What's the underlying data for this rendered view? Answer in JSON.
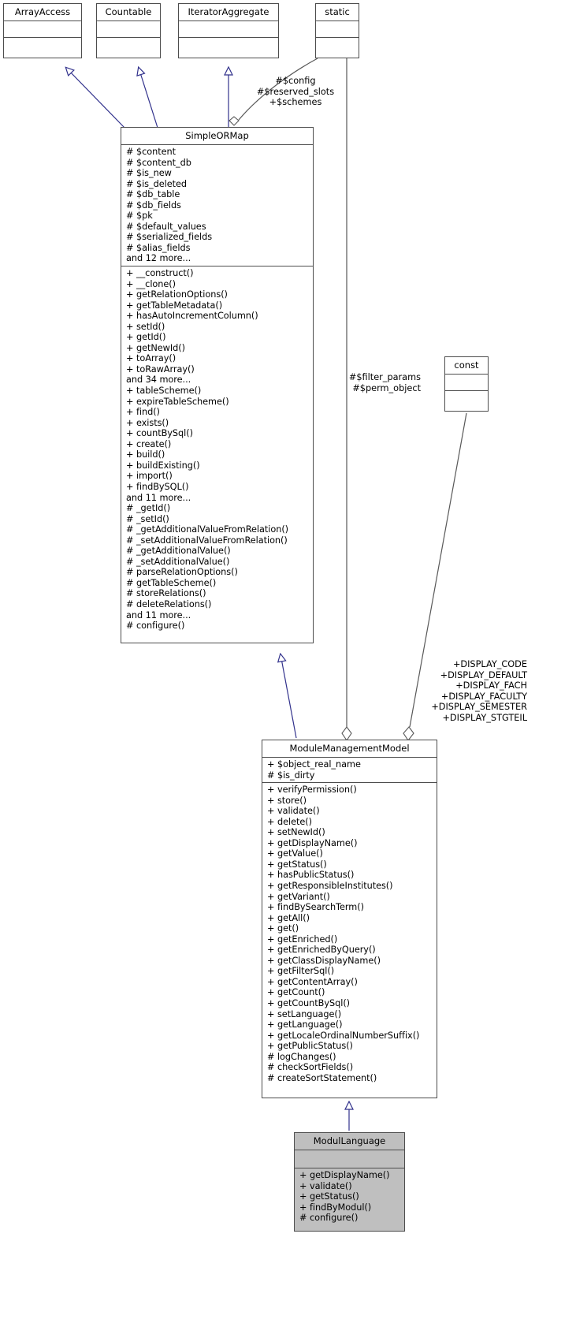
{
  "diagram": {
    "type": "uml-class-inheritance-graph",
    "classes": [
      {
        "id": "ArrayAccess",
        "name": "ArrayAccess",
        "attributes": [],
        "methods": [],
        "highlighted": false
      },
      {
        "id": "Countable",
        "name": "Countable",
        "attributes": [],
        "methods": [],
        "highlighted": false
      },
      {
        "id": "IteratorAggregate",
        "name": "IteratorAggregate",
        "attributes": [],
        "methods": [],
        "highlighted": false
      },
      {
        "id": "static",
        "name": "static",
        "attributes": [],
        "methods": [],
        "highlighted": false
      },
      {
        "id": "const",
        "name": "const",
        "attributes": [],
        "methods": [],
        "highlighted": false
      },
      {
        "id": "SimpleORMap",
        "name": "SimpleORMap",
        "highlighted": false,
        "attributes": [
          "# $content",
          "# $content_db",
          "# $is_new",
          "# $is_deleted",
          "# $db_table",
          "# $db_fields",
          "# $pk",
          "# $default_values",
          "# $serialized_fields",
          "# $alias_fields",
          "and 12 more..."
        ],
        "methods": [
          "+ __construct()",
          "+ __clone()",
          "+ getRelationOptions()",
          "+ getTableMetadata()",
          "+ hasAutoIncrementColumn()",
          "+ setId()",
          "+ getId()",
          "+ getNewId()",
          "+ toArray()",
          "+ toRawArray()",
          "and 34 more...",
          "+ tableScheme()",
          "+ expireTableScheme()",
          "+ find()",
          "+ exists()",
          "+ countBySql()",
          "+ create()",
          "+ build()",
          "+ buildExisting()",
          "+ import()",
          "+ findBySQL()",
          "and 11 more...",
          "# _getId()",
          "# _setId()",
          "# _getAdditionalValueFromRelation()",
          "# _setAdditionalValueFromRelation()",
          "# _getAdditionalValue()",
          "# _setAdditionalValue()",
          "# parseRelationOptions()",
          "# getTableScheme()",
          "# storeRelations()",
          "# deleteRelations()",
          "and 11 more...",
          "# configure()"
        ]
      },
      {
        "id": "ModuleManagementModel",
        "name": "ModuleManagementModel",
        "highlighted": false,
        "attributes": [
          "+ $object_real_name",
          "# $is_dirty"
        ],
        "methods": [
          "+ verifyPermission()",
          "+ store()",
          "+ validate()",
          "+ delete()",
          "+ setNewId()",
          "+ getDisplayName()",
          "+ getValue()",
          "+ getStatus()",
          "+ hasPublicStatus()",
          "+ getResponsibleInstitutes()",
          "+ getVariant()",
          "+ findBySearchTerm()",
          "+ getAll()",
          "+ get()",
          "+ getEnriched()",
          "+ getEnrichedByQuery()",
          "+ getClassDisplayName()",
          "+ getFilterSql()",
          "+ getContentArray()",
          "+ getCount()",
          "+ getCountBySql()",
          "+ setLanguage()",
          "+ getLanguage()",
          "+ getLocaleOrdinalNumberSuffix()",
          "+ getPublicStatus()",
          "# logChanges()",
          "# checkSortFields()",
          "# createSortStatement()"
        ]
      },
      {
        "id": "ModulLanguage",
        "name": "ModulLanguage",
        "highlighted": true,
        "attributes": [],
        "methods": [
          "+ getDisplayName()",
          "+ validate()",
          "+ getStatus()",
          "+ findByModul()",
          "# configure()"
        ]
      }
    ],
    "edge_labels": {
      "static_to_simpleormap": "#$config\n#$reserved_slots\n+$schemes",
      "static_to_simpleormap_lines": [
        "#$config",
        "#$reserved_slots",
        "+$schemes"
      ],
      "static_to_modulemanagement_lines": [
        "#$filter_params",
        "#$perm_object"
      ],
      "const_to_modulemanagement_lines": [
        "+DISPLAY_CODE",
        "+DISPLAY_DEFAULT",
        "+DISPLAY_FACH",
        "+DISPLAY_FACULTY",
        "+DISPLAY_SEMESTER",
        "+DISPLAY_STGTEIL"
      ]
    },
    "colors": {
      "inheritance_edge": "#31318c",
      "aggregation_edge": "#585858",
      "box_border": "#4d4d4d",
      "box_fill": "#ffffff",
      "highlight_fill": "#bfbfbf",
      "text": "#000000"
    }
  }
}
